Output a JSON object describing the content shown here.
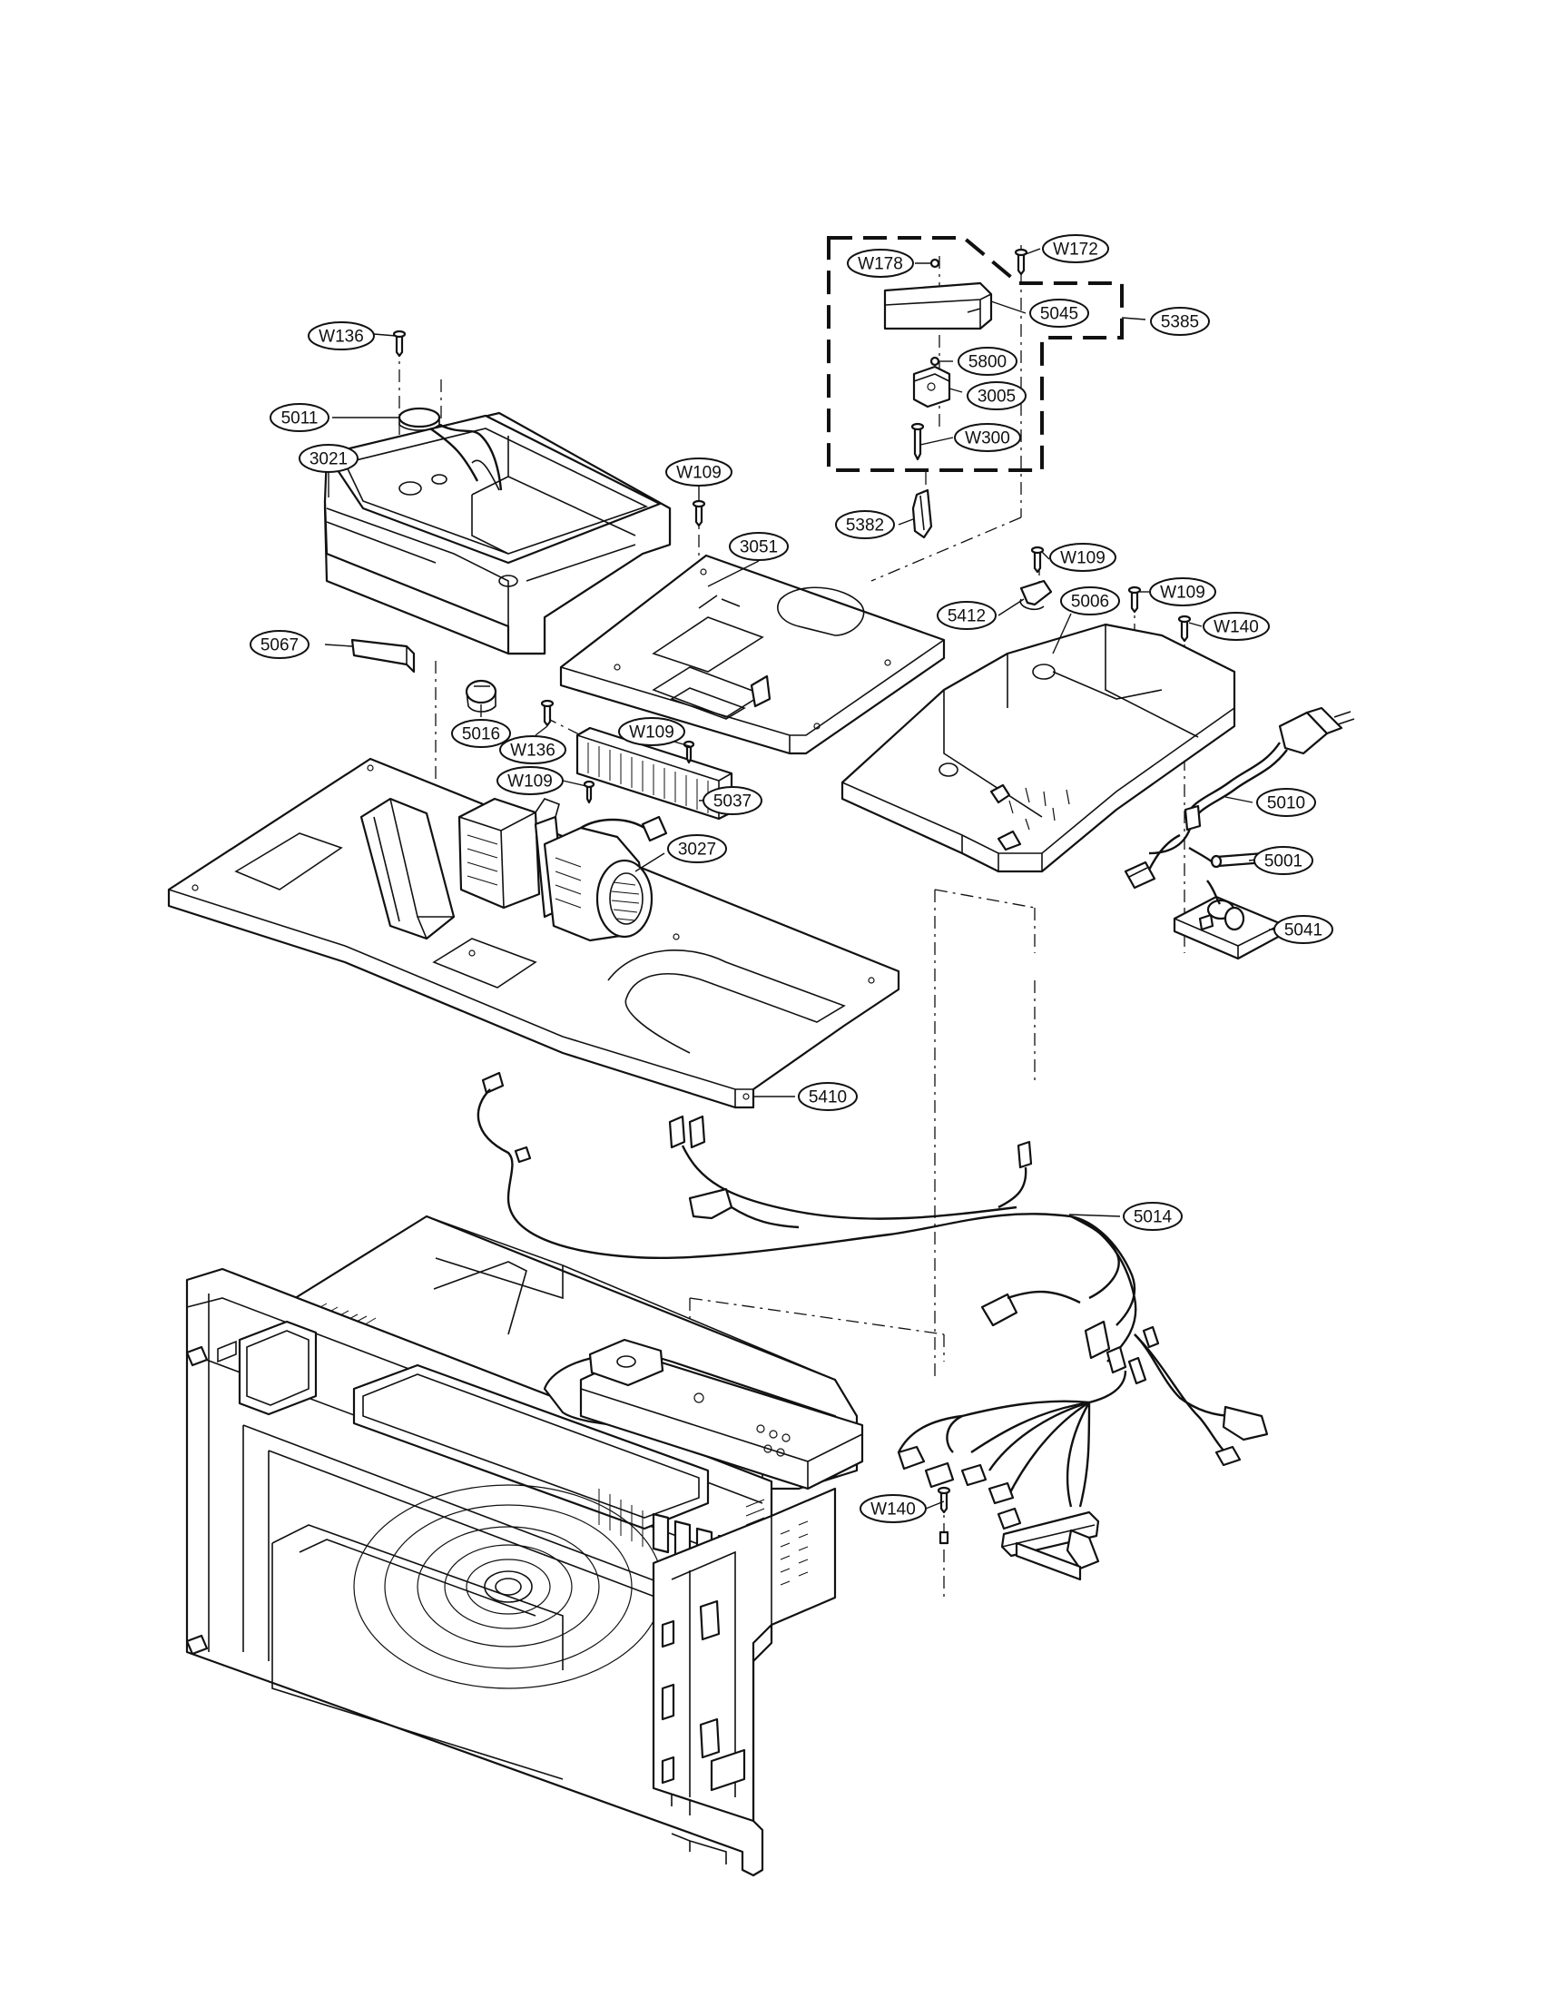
{
  "callouts": [
    {
      "id": "W172",
      "label": "W172"
    },
    {
      "id": "W178",
      "label": "W178"
    },
    {
      "id": "5045",
      "label": "5045"
    },
    {
      "id": "5385",
      "label": "5385"
    },
    {
      "id": "5800",
      "label": "5800"
    },
    {
      "id": "3005",
      "label": "3005"
    },
    {
      "id": "W300",
      "label": "W300"
    },
    {
      "id": "5382",
      "label": "5382"
    },
    {
      "id": "W136a",
      "label": "W136"
    },
    {
      "id": "5011",
      "label": "5011"
    },
    {
      "id": "3021",
      "label": "3021"
    },
    {
      "id": "W109a",
      "label": "W109"
    },
    {
      "id": "3051",
      "label": "3051"
    },
    {
      "id": "W109b",
      "label": "W109"
    },
    {
      "id": "W109c",
      "label": "W109"
    },
    {
      "id": "5412",
      "label": "5412"
    },
    {
      "id": "5006",
      "label": "5006"
    },
    {
      "id": "W140a",
      "label": "W140"
    },
    {
      "id": "5067",
      "label": "5067"
    },
    {
      "id": "5016",
      "label": "5016"
    },
    {
      "id": "W136b",
      "label": "W136"
    },
    {
      "id": "W109d",
      "label": "W109"
    },
    {
      "id": "W109e",
      "label": "W109"
    },
    {
      "id": "5037",
      "label": "5037"
    },
    {
      "id": "3027",
      "label": "3027"
    },
    {
      "id": "5010",
      "label": "5010"
    },
    {
      "id": "5001",
      "label": "5001"
    },
    {
      "id": "5041",
      "label": "5041"
    },
    {
      "id": "5410",
      "label": "5410"
    },
    {
      "id": "5014",
      "label": "5014"
    },
    {
      "id": "W140b",
      "label": "W140"
    }
  ]
}
